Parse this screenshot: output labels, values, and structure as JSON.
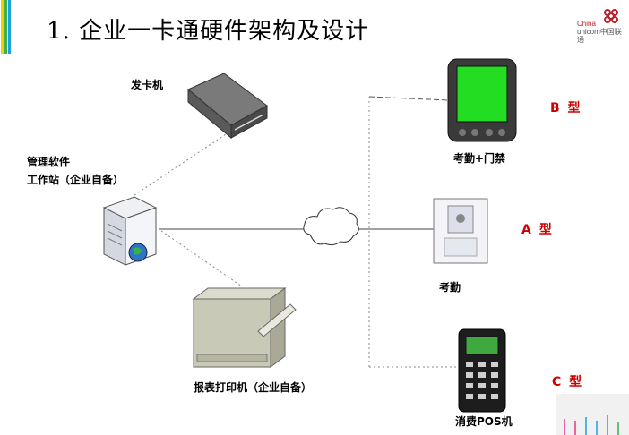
{
  "title": "1. 企业一卡通硬件架构及设计",
  "logo": {
    "line1": "China",
    "line2": "unicom中国联通"
  },
  "nodes": {
    "card_issuer": "发卡机",
    "workstation_line1": "管理软件",
    "workstation_line2": "工作站（企业自备）",
    "printer": "报表打印机（企业自备）",
    "attendance_access": "考勤+门禁",
    "attendance": "考勤",
    "pos": "消费POS机"
  },
  "types": {
    "b": "B  型",
    "a": "A  型",
    "c": "C  型"
  },
  "colors": {
    "accent_red": "#cc0000",
    "pda_screen": "#22dd22",
    "stripe_colors": [
      "#f3d000",
      "#3ab34a",
      "#1ca0e0",
      "#e8348a"
    ]
  }
}
